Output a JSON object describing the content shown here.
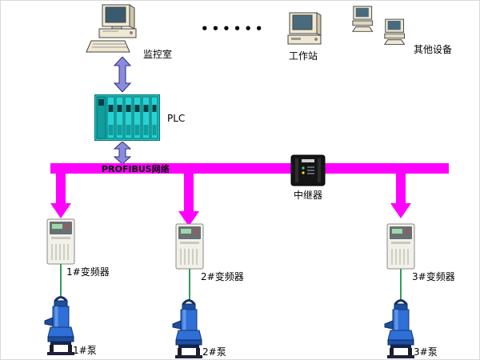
{
  "diagram": {
    "top": {
      "monitor_room_label": "监控室",
      "dots": "••••••",
      "workstation_label": "工作站",
      "other_devices_label": "其他设备"
    },
    "plc_label": "PLC",
    "bus_label": "PROFIBUS网络",
    "repeater_label": "中继器",
    "inverters": [
      {
        "label": "1#变频器"
      },
      {
        "label": "2#变频器"
      },
      {
        "label": "3#变频器"
      }
    ],
    "pumps": [
      {
        "label": "1#泵"
      },
      {
        "label": "2#泵"
      },
      {
        "label": "3#泵"
      }
    ]
  },
  "colors": {
    "bus_color": "#ff00ff",
    "arrow_fill": "#8b8bdc",
    "arrow_stroke": "#2b2b80",
    "plc_teal": "#1fc3c3",
    "pump_blue": "#2f6fd8",
    "link_green": "#2e9e5b"
  }
}
